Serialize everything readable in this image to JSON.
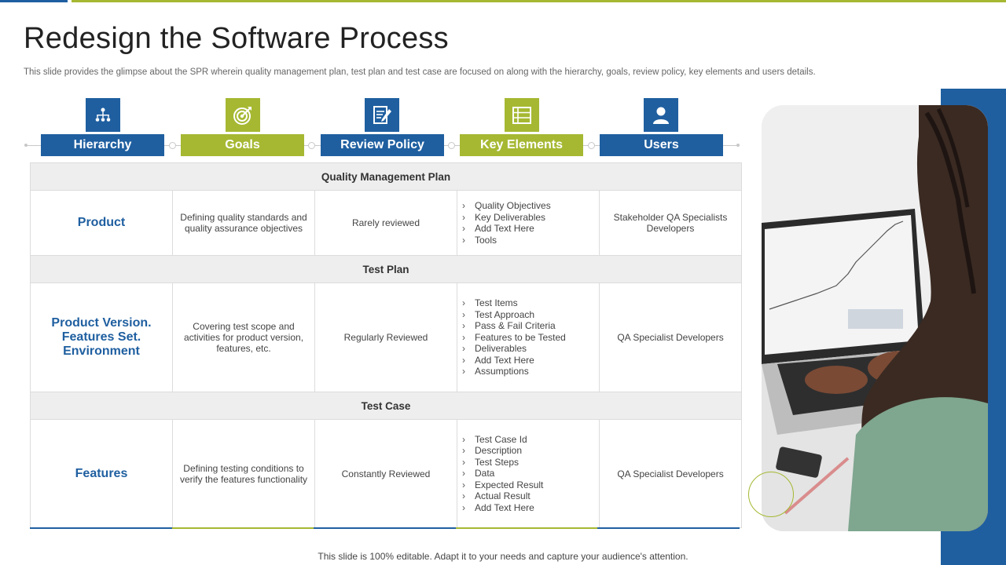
{
  "title": "Redesign the Software Process",
  "subtitle": "This slide provides the glimpse about the SPR wherein quality management plan, test plan and test case are focused on along with the hierarchy, goals, review policy,  key elements and users details.",
  "headers": [
    {
      "label": "Hierarchy",
      "icon": "hierarchy-icon",
      "color": "#1f5fa0"
    },
    {
      "label": "Goals",
      "icon": "target-icon",
      "color": "#a6b832"
    },
    {
      "label": "Review Policy",
      "icon": "document-edit-icon",
      "color": "#1f5fa0"
    },
    {
      "label": "Key Elements",
      "icon": "list-icon",
      "color": "#a6b832"
    },
    {
      "label": "Users",
      "icon": "user-icon",
      "color": "#1f5fa0"
    }
  ],
  "sections": [
    {
      "title": "Quality Management Plan",
      "hierarchy": "Product",
      "goals": "Defining quality standards and quality assurance objectives",
      "review": "Rarely reviewed",
      "elements": [
        "Quality Objectives",
        "Key Deliverables",
        "Add Text Here",
        "Tools"
      ],
      "users": "Stakeholder QA Specialists Developers"
    },
    {
      "title": "Test Plan",
      "hierarchy": "Product Version. Features Set. Environment",
      "goals": "Covering test scope and activities for product version, features, etc.",
      "review": "Regularly Reviewed",
      "elements": [
        "Test Items",
        "Test Approach",
        "Pass & Fail Criteria",
        "Features to be Tested",
        "Deliverables",
        "Add Text Here",
        "Assumptions"
      ],
      "users": "QA  Specialist Developers"
    },
    {
      "title": "Test Case",
      "hierarchy": "Features",
      "goals": "Defining testing conditions to verify the features functionality",
      "review": "Constantly Reviewed",
      "elements": [
        "Test Case Id",
        "Description",
        "Test Steps",
        "Data",
        "Expected Result",
        "Actual Result",
        "Add Text Here"
      ],
      "users": "QA  Specialist Developers"
    }
  ],
  "footer": "This slide is 100% editable. Adapt it to your needs and capture your audience's attention.",
  "colors": {
    "accent_blue": "#1f5fa0",
    "accent_green": "#a6b832"
  }
}
